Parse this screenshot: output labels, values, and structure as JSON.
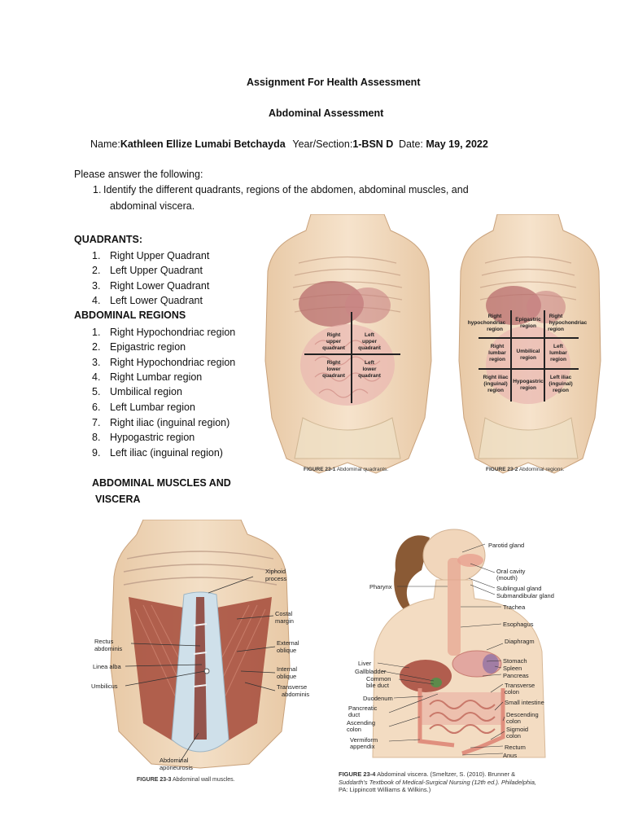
{
  "doc": {
    "title": "Assignment For Health Assessment",
    "subtitle": "Abdominal Assessment",
    "name_label": "Name:",
    "name_value": "Kathleen Ellize Lumabi Betchayda",
    "year_label": "Year/Section:",
    "year_value": "1-BSN D",
    "date_label": "Date:",
    "date_value": "May 19, 2022",
    "instruction": "Please answer the following:",
    "question_num": "1.",
    "question_line1": "Identify the different quadrants, regions of the abdomen, abdominal muscles, and",
    "question_line2": "abdominal viscera."
  },
  "quadrants": {
    "heading": "QUADRANTS:",
    "items": [
      "Right Upper Quadrant",
      "Left Upper Quadrant",
      "Right Lower Quadrant",
      "Left Lower Quadrant"
    ]
  },
  "regions": {
    "heading": "ABDOMINAL REGIONS",
    "items": [
      "Right Hypochondriac region",
      "Epigastric region",
      "Right Hypochondriac region",
      "Right Lumbar region",
      "Umbilical region",
      "Left Lumbar region",
      "Right iliac (inguinal region)",
      "Hypogastric region",
      "Left iliac (inguinal region)"
    ]
  },
  "muscles_heading_1": "ABDOMINAL MUSCLES AND",
  "muscles_heading_2": "VISCERA",
  "fig1": {
    "caption_num": "FIGURE 23-1",
    "caption_text": "Abdominal quadrants.",
    "labels": {
      "ruq1": "Right",
      "ruq2": "upper",
      "ruq3": "quadrant",
      "luq1": "Left",
      "luq2": "upper",
      "luq3": "quadrant",
      "rlq1": "Right",
      "rlq2": "lower",
      "rlq3": "quadrant",
      "llq1": "Left",
      "llq2": "lower",
      "llq3": "quadrant"
    }
  },
  "fig2": {
    "caption_num": "FIGURE 23-2",
    "caption_text": "Abdominal regions.",
    "labels": {
      "a1": "Right",
      "a2": "hypochondriac",
      "a3": "region",
      "b1": "Epigastric",
      "b2": "region",
      "c1": "Right",
      "c2": "hypochondriac",
      "c3": "region",
      "d1": "Right",
      "d2": "lumbar",
      "d3": "region",
      "e1": "Umbilical",
      "e2": "region",
      "f1": "Left",
      "f2": "lumbar",
      "f3": "region",
      "g1": "Right iliac",
      "g2": "(inguinal)",
      "g3": "region",
      "h1": "Hypogastric",
      "h2": "region",
      "i1": "Left iliac",
      "i2": "(inguinal)",
      "i3": "region"
    }
  },
  "fig3": {
    "caption_num": "FIGURE 23-3",
    "caption_text": "Abdominal wall muscles.",
    "labels": {
      "xiphoid1": "Xiphoid",
      "xiphoid2": "process",
      "costal1": "Costal",
      "costal2": "margin",
      "rectus1": "Rectus",
      "rectus2": "abdominis",
      "ext1": "External",
      "ext2": "oblique",
      "linea": "Linea alba",
      "int1": "Internal",
      "int2": "oblique",
      "umb": "Umbilicus",
      "trans1": "Transverse",
      "trans2": "abdominis",
      "apo1": "Abdominal",
      "apo2": "aponeurosis"
    }
  },
  "fig4": {
    "caption_line1_num": "FIGURE 23-4",
    "caption_line1_rest": "Abdominal viscera. (Smeltzer, S. (2010). Brunner &",
    "caption_line2": "Suddarth's Textbook of Medical-Surgical Nursing (12th ed.). Philadelphia,",
    "caption_line3": "PA: Lippincott Williams & Wilkins.)",
    "labels": {
      "parotid": "Parotid gland",
      "oral1": "Oral cavity",
      "oral2": "(mouth)",
      "pharynx": "Pharynx",
      "subling": "Sublingual gland",
      "submand": "Submandibular gland",
      "trachea": "Trachea",
      "esoph": "Esophagus",
      "diaph": "Diaphragm",
      "stomach": "Stomach",
      "liver": "Liver",
      "spleen": "Spleen",
      "gall": "Gallbladder",
      "pancreas": "Pancreas",
      "bile1": "Common",
      "bile2": "bile duct",
      "tcolon1": "Transverse",
      "tcolon2": "colon",
      "duod": "Duodenum",
      "smint": "Small intestine",
      "pduct1": "Pancreatic",
      "pduct2": "duct",
      "dcolon1": "Descending",
      "dcolon2": "colon",
      "acolon1": "Ascending",
      "acolon2": "colon",
      "scolon1": "Sigmoid",
      "scolon2": "colon",
      "verm1": "Vermiform",
      "verm2": "appendix",
      "rectum": "Rectum",
      "anus": "Anus"
    }
  }
}
